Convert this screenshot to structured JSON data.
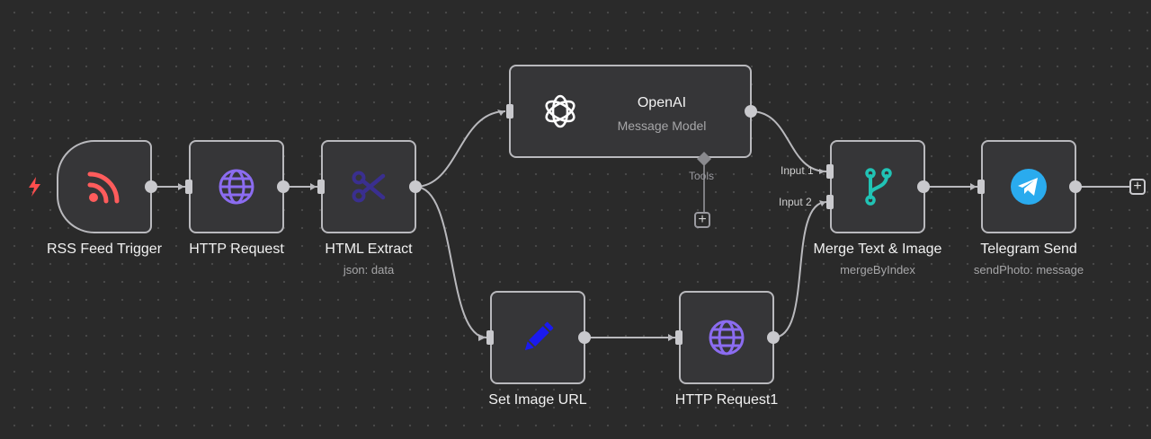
{
  "colors": {
    "canvas": "#2a2a2a",
    "node_bg": "#363638",
    "node_border": "#b9b9bd",
    "edge": "#b9b9bd",
    "rss": "#ff5c5c",
    "http": "#8b6cf0",
    "extract": "#3a2f8f",
    "merge": "#21c3b5",
    "telegram": "#2aabee",
    "pencil": "#1a1aee",
    "trigger_bolt": "#ff4d4d"
  },
  "nodes": {
    "rss": {
      "label": "RSS Feed Trigger",
      "icon": "rss-icon"
    },
    "http1": {
      "label": "HTTP Request",
      "icon": "globe-icon"
    },
    "extract": {
      "label": "HTML Extract",
      "sub": "json: data",
      "icon": "scissors-icon"
    },
    "openai": {
      "label": "OpenAI",
      "sub": "Message Model",
      "icon": "openai-icon",
      "tools_label": "Tools"
    },
    "set_image": {
      "label": "Set Image URL",
      "icon": "pencil-icon"
    },
    "http2": {
      "label": "HTTP Request1",
      "icon": "globe-icon"
    },
    "merge": {
      "label": "Merge Text & Image",
      "sub": "mergeByIndex",
      "icon": "merge-icon",
      "input1": "Input 1",
      "input2": "Input 2"
    },
    "telegram": {
      "label": "Telegram Send",
      "sub": "sendPhoto: message",
      "icon": "telegram-icon"
    }
  },
  "add_glyph": "+"
}
